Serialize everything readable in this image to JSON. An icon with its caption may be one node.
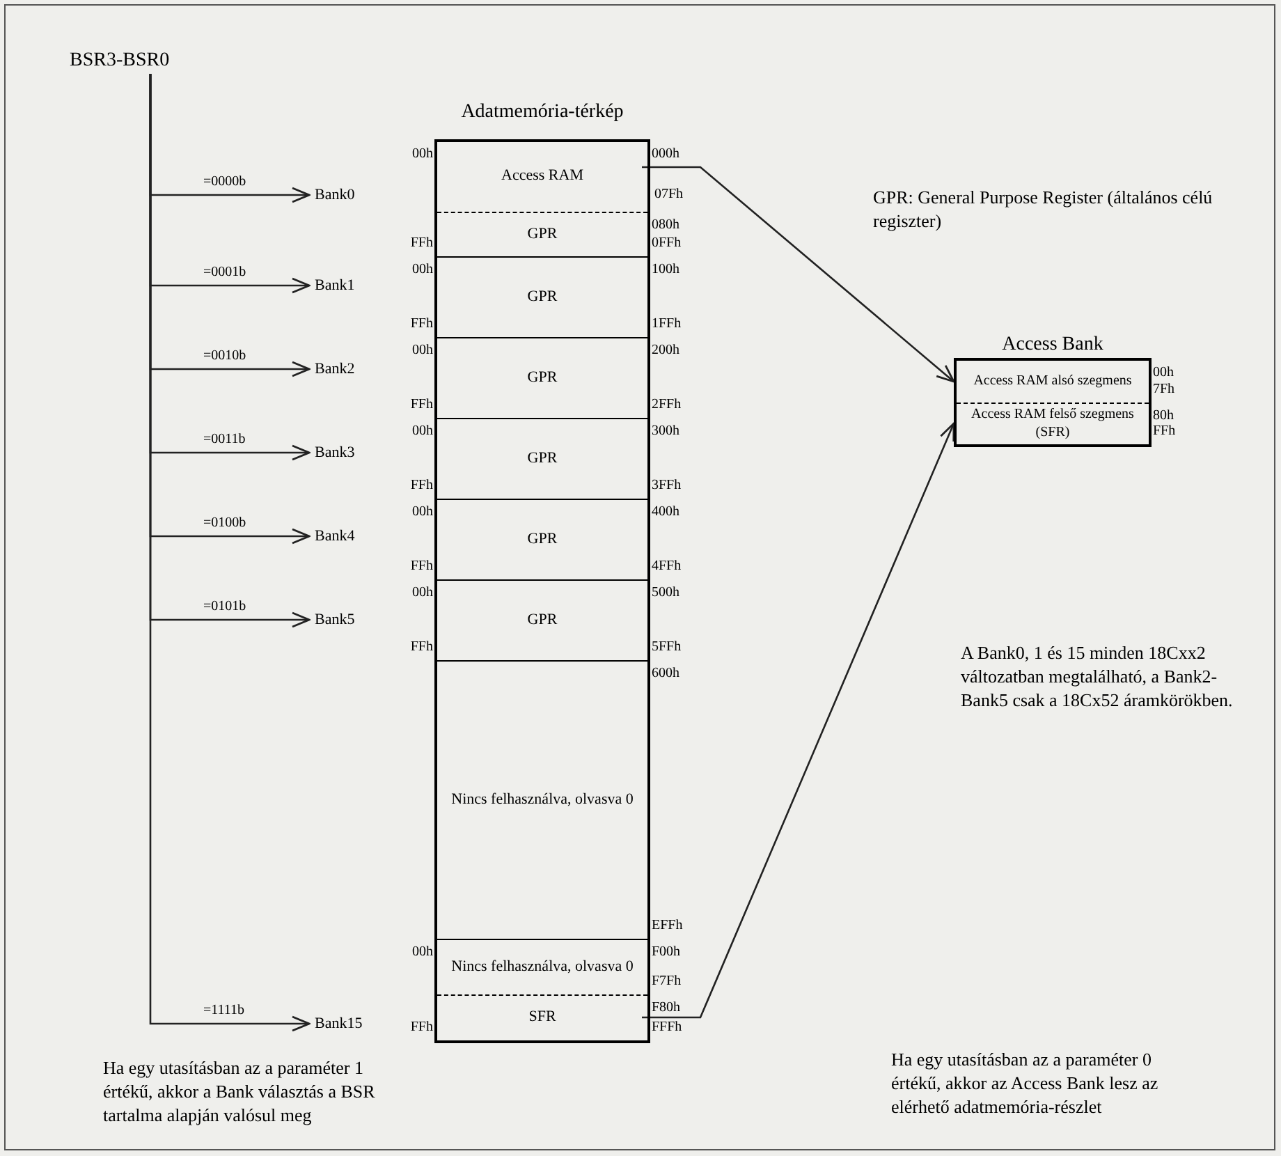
{
  "diagram": {
    "nodes": [
      {
        "text": [
          "BSR3-BSR0"
        ]
      },
      {
        "text": [
          "Bank0"
        ]
      },
      {
        "text": [
          "Bank1"
        ]
      },
      {
        "text": [
          "Bank2"
        ]
      },
      {
        "text": [
          "Bank3"
        ]
      },
      {
        "text": [
          "Bank4"
        ]
      },
      {
        "text": [
          "Bank5"
        ]
      },
      {
        "text": [
          "Bank15"
        ]
      },
      {
        "text": [
          "Adatmemória-térkép"
        ],
        "beside": [
          "00h",
          "000h"
        ]
      },
      {
        "text": [
          "Access RAM"
        ],
        "in": 8
      },
      {
        "text": [
          "GPR"
        ],
        "in": 8,
        "beside": [
          "FFh",
          "080h",
          "0FFh"
        ]
      },
      {
        "text": [
          "GPR"
        ],
        "in": 8,
        "beside": [
          "00h",
          "FFh",
          "100h",
          "1FFh"
        ]
      },
      {
        "text": [
          "GPR"
        ],
        "in": 8,
        "beside": [
          "00h",
          "FFh",
          "200h",
          "2FFh"
        ]
      },
      {
        "text": [
          "GPR"
        ],
        "in": 8,
        "beside": [
          "00h",
          "FFh",
          "300h",
          "3FFh"
        ]
      },
      {
        "text": [
          "GPR"
        ],
        "in": 8,
        "beside": [
          "00h",
          "FFh",
          "400h",
          "4FFh"
        ]
      },
      {
        "text": [
          "GPR"
        ],
        "in": 8,
        "beside": [
          "00h",
          "FFh",
          "500h",
          "5FFh"
        ]
      },
      {
        "text": [
          "Nincs felhasználva, olvasva 0"
        ],
        "in": 8,
        "beside": [
          "600h",
          "EFFh"
        ]
      },
      {
        "text": [
          "Nincs felhasználva, olvasva 0"
        ],
        "in": 8,
        "beside": [
          "00h",
          "F00h",
          "F7Fh"
        ]
      },
      {
        "text": [
          "SFR"
        ],
        "in": 8,
        "beside": [
          "FFh",
          "F80h",
          "FFFh"
        ]
      },
      {
        "text": [
          "Access Bank"
        ]
      },
      {
        "text": [
          "Access RAM alsó szegmens"
        ],
        "in": 19,
        "beside": [
          "00h",
          "7Fh"
        ]
      },
      {
        "text": [
          "Access RAM felső szegmens (SFR)"
        ],
        "in": 19,
        "beside": [
          "80h",
          "FFh"
        ]
      }
    ],
    "edges": [
      {
        "from": 0,
        "to": 1,
        "arrow": "to",
        "label": "=0000b"
      },
      {
        "from": 0,
        "to": 2,
        "arrow": "to",
        "label": "=0001b"
      },
      {
        "from": 0,
        "to": 3,
        "arrow": "to",
        "label": "=0010b"
      },
      {
        "from": 0,
        "to": 4,
        "arrow": "to",
        "label": "=0011b"
      },
      {
        "from": 0,
        "to": 5,
        "arrow": "to",
        "label": "=0100b"
      },
      {
        "from": 0,
        "to": 6,
        "arrow": "to",
        "label": "=0101b"
      },
      {
        "from": 0,
        "to": 7,
        "arrow": "to",
        "label": "=1111b"
      },
      {
        "from": 9,
        "to": 20,
        "arrow": "to"
      },
      {
        "from": 18,
        "to": 21,
        "arrow": "to"
      }
    ],
    "labels": [
      "07Fh",
      "GPR: General Purpose Register (általános célú regiszter)",
      "A Bank0, 1 és 15 minden 18Cxx2 változatban megtalálható, a Bank2-Bank5 csak a 18Cx52 áramkörökben.",
      "Ha egy utasításban az a paraméter 1 értékű, akkor a Bank választás a BSR tartalma alapján valósul meg",
      "Ha egy utasításban az a paraméter 0 értékű, akkor az Access Bank lesz az elérhető adatmemória-részlet"
    ]
  }
}
